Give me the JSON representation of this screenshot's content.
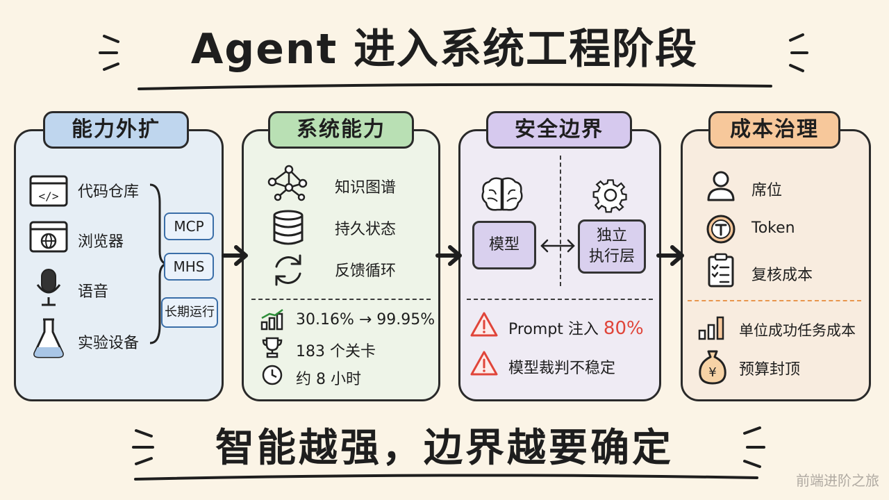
{
  "title": "Agent 进入系统工程阶段",
  "footer": "智能越强，边界越要确定",
  "watermark": "前端进阶之旅",
  "panels": {
    "capability": {
      "tag": "能力外扩",
      "items": [
        "代码仓库",
        "浏览器",
        "语音",
        "实验设备"
      ],
      "protocols": [
        "MCP",
        "MHS",
        "长期运行"
      ]
    },
    "system": {
      "tag": "系统能力",
      "items": [
        "知识图谱",
        "持久状态",
        "反馈循环"
      ],
      "stats": [
        "30.16% → 99.95%",
        "183 个关卡",
        "约 8 小时"
      ]
    },
    "security": {
      "tag": "安全边界",
      "model": "模型",
      "exec_line1": "独立",
      "exec_line2": "执行层",
      "risk1_label": "Prompt 注入",
      "risk1_value": "80%",
      "risk2": "模型裁判不稳定"
    },
    "cost": {
      "tag": "成本治理",
      "items": [
        "席位",
        "Token",
        "复核成本"
      ],
      "metrics": [
        "单位成功任务成本",
        "预算封顶"
      ]
    }
  },
  "colors": {
    "background": "#fbf4e6",
    "panel1": "#e6eef5",
    "panel2": "#eef4e8",
    "panel3": "#efebf4",
    "panel4": "#f8ecdf",
    "warning": "#e0453a",
    "protocol_border": "#3a6ea8"
  }
}
